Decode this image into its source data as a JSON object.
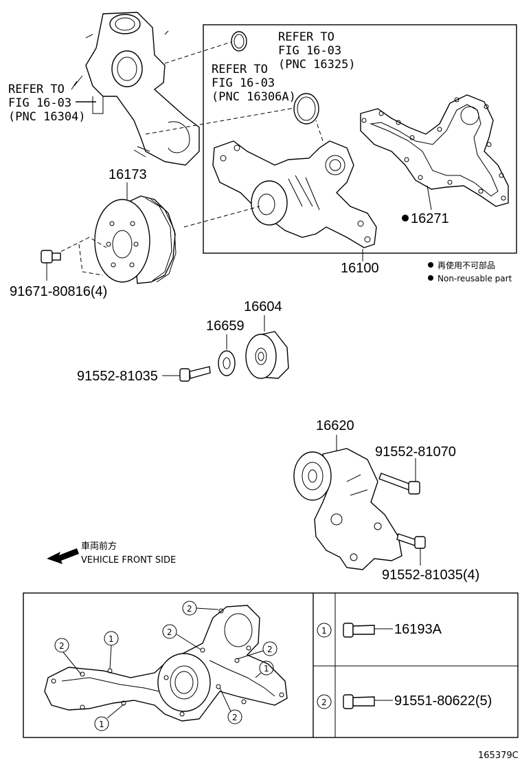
{
  "refs": {
    "r16304": [
      "REFER TO",
      "FIG 16-03",
      "(PNC 16304)"
    ],
    "r16306a": [
      "REFER TO",
      "FIG 16-03",
      "(PNC 16306A)"
    ],
    "r16325": [
      "REFER TO",
      "FIG 16-03",
      "(PNC 16325)"
    ]
  },
  "parts": {
    "p16173": "16173",
    "p16271": "16271",
    "p16100": "16100",
    "p91671": "91671-80816(4)",
    "p16604": "16604",
    "p16659": "16659",
    "p91552a": "91552-81035",
    "p16620": "16620",
    "p91552b": "91552-81070",
    "p91552c": "91552-81035(4)",
    "p16193a": "16193A",
    "p91551": "91551-80622(5)"
  },
  "legend": {
    "jp": "再使用不可部品",
    "en": "Non-reusable part"
  },
  "front": {
    "jp": "車両前方",
    "en": "VEHICLE FRONT SIDE"
  },
  "callouts": {
    "one": "1",
    "two": "2"
  },
  "figure_id": "165379C"
}
